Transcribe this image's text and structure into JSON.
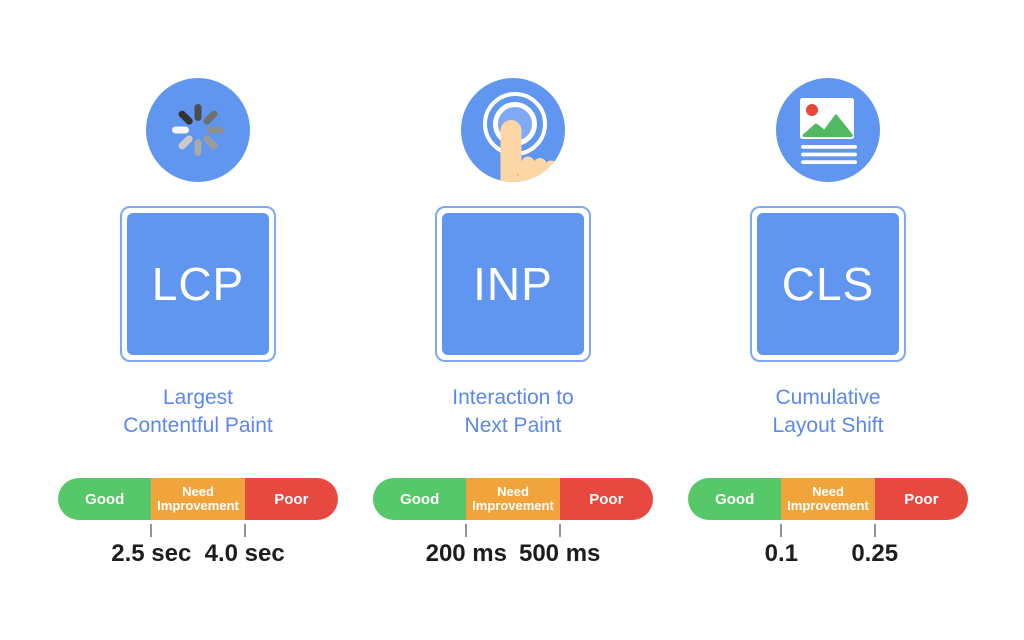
{
  "colors": {
    "brand_blue": "#6095f0",
    "square_outline_blue": "#7fa8f4",
    "metric_name_blue": "#5c87ee",
    "good_green": "#56c869",
    "need_improvement_orange": "#f1a43b",
    "poor_red": "#e74840",
    "tick_gray": "#8f9499",
    "threshold_text": "#1c1d1f",
    "hand_skin": "#fcd7a5",
    "cls_image_red": "#e8483c",
    "cls_image_green": "#52b963"
  },
  "metrics": [
    {
      "acronym": "LCP",
      "icon": "loading-spinner-icon",
      "name_line1": "Largest",
      "name_line2": "Contentful Paint",
      "scale": {
        "good_label": "Good",
        "need_label_line1": "Need",
        "need_label_line2": "Improvement",
        "poor_label": "Poor",
        "good_threshold": "2.5 sec",
        "poor_threshold": "4.0 sec"
      }
    },
    {
      "acronym": "INP",
      "icon": "tap-icon",
      "name_line1": "Interaction to",
      "name_line2": "Next Paint",
      "scale": {
        "good_label": "Good",
        "need_label_line1": "Need",
        "need_label_line2": "Improvement",
        "poor_label": "Poor",
        "good_threshold": "200 ms",
        "poor_threshold": "500 ms"
      }
    },
    {
      "acronym": "CLS",
      "icon": "layout-image-icon",
      "name_line1": "Cumulative",
      "name_line2": "Layout Shift",
      "scale": {
        "good_label": "Good",
        "need_label_line1": "Need",
        "need_label_line2": "Improvement",
        "poor_label": "Poor",
        "good_threshold": "0.1",
        "poor_threshold": "0.25"
      }
    }
  ]
}
